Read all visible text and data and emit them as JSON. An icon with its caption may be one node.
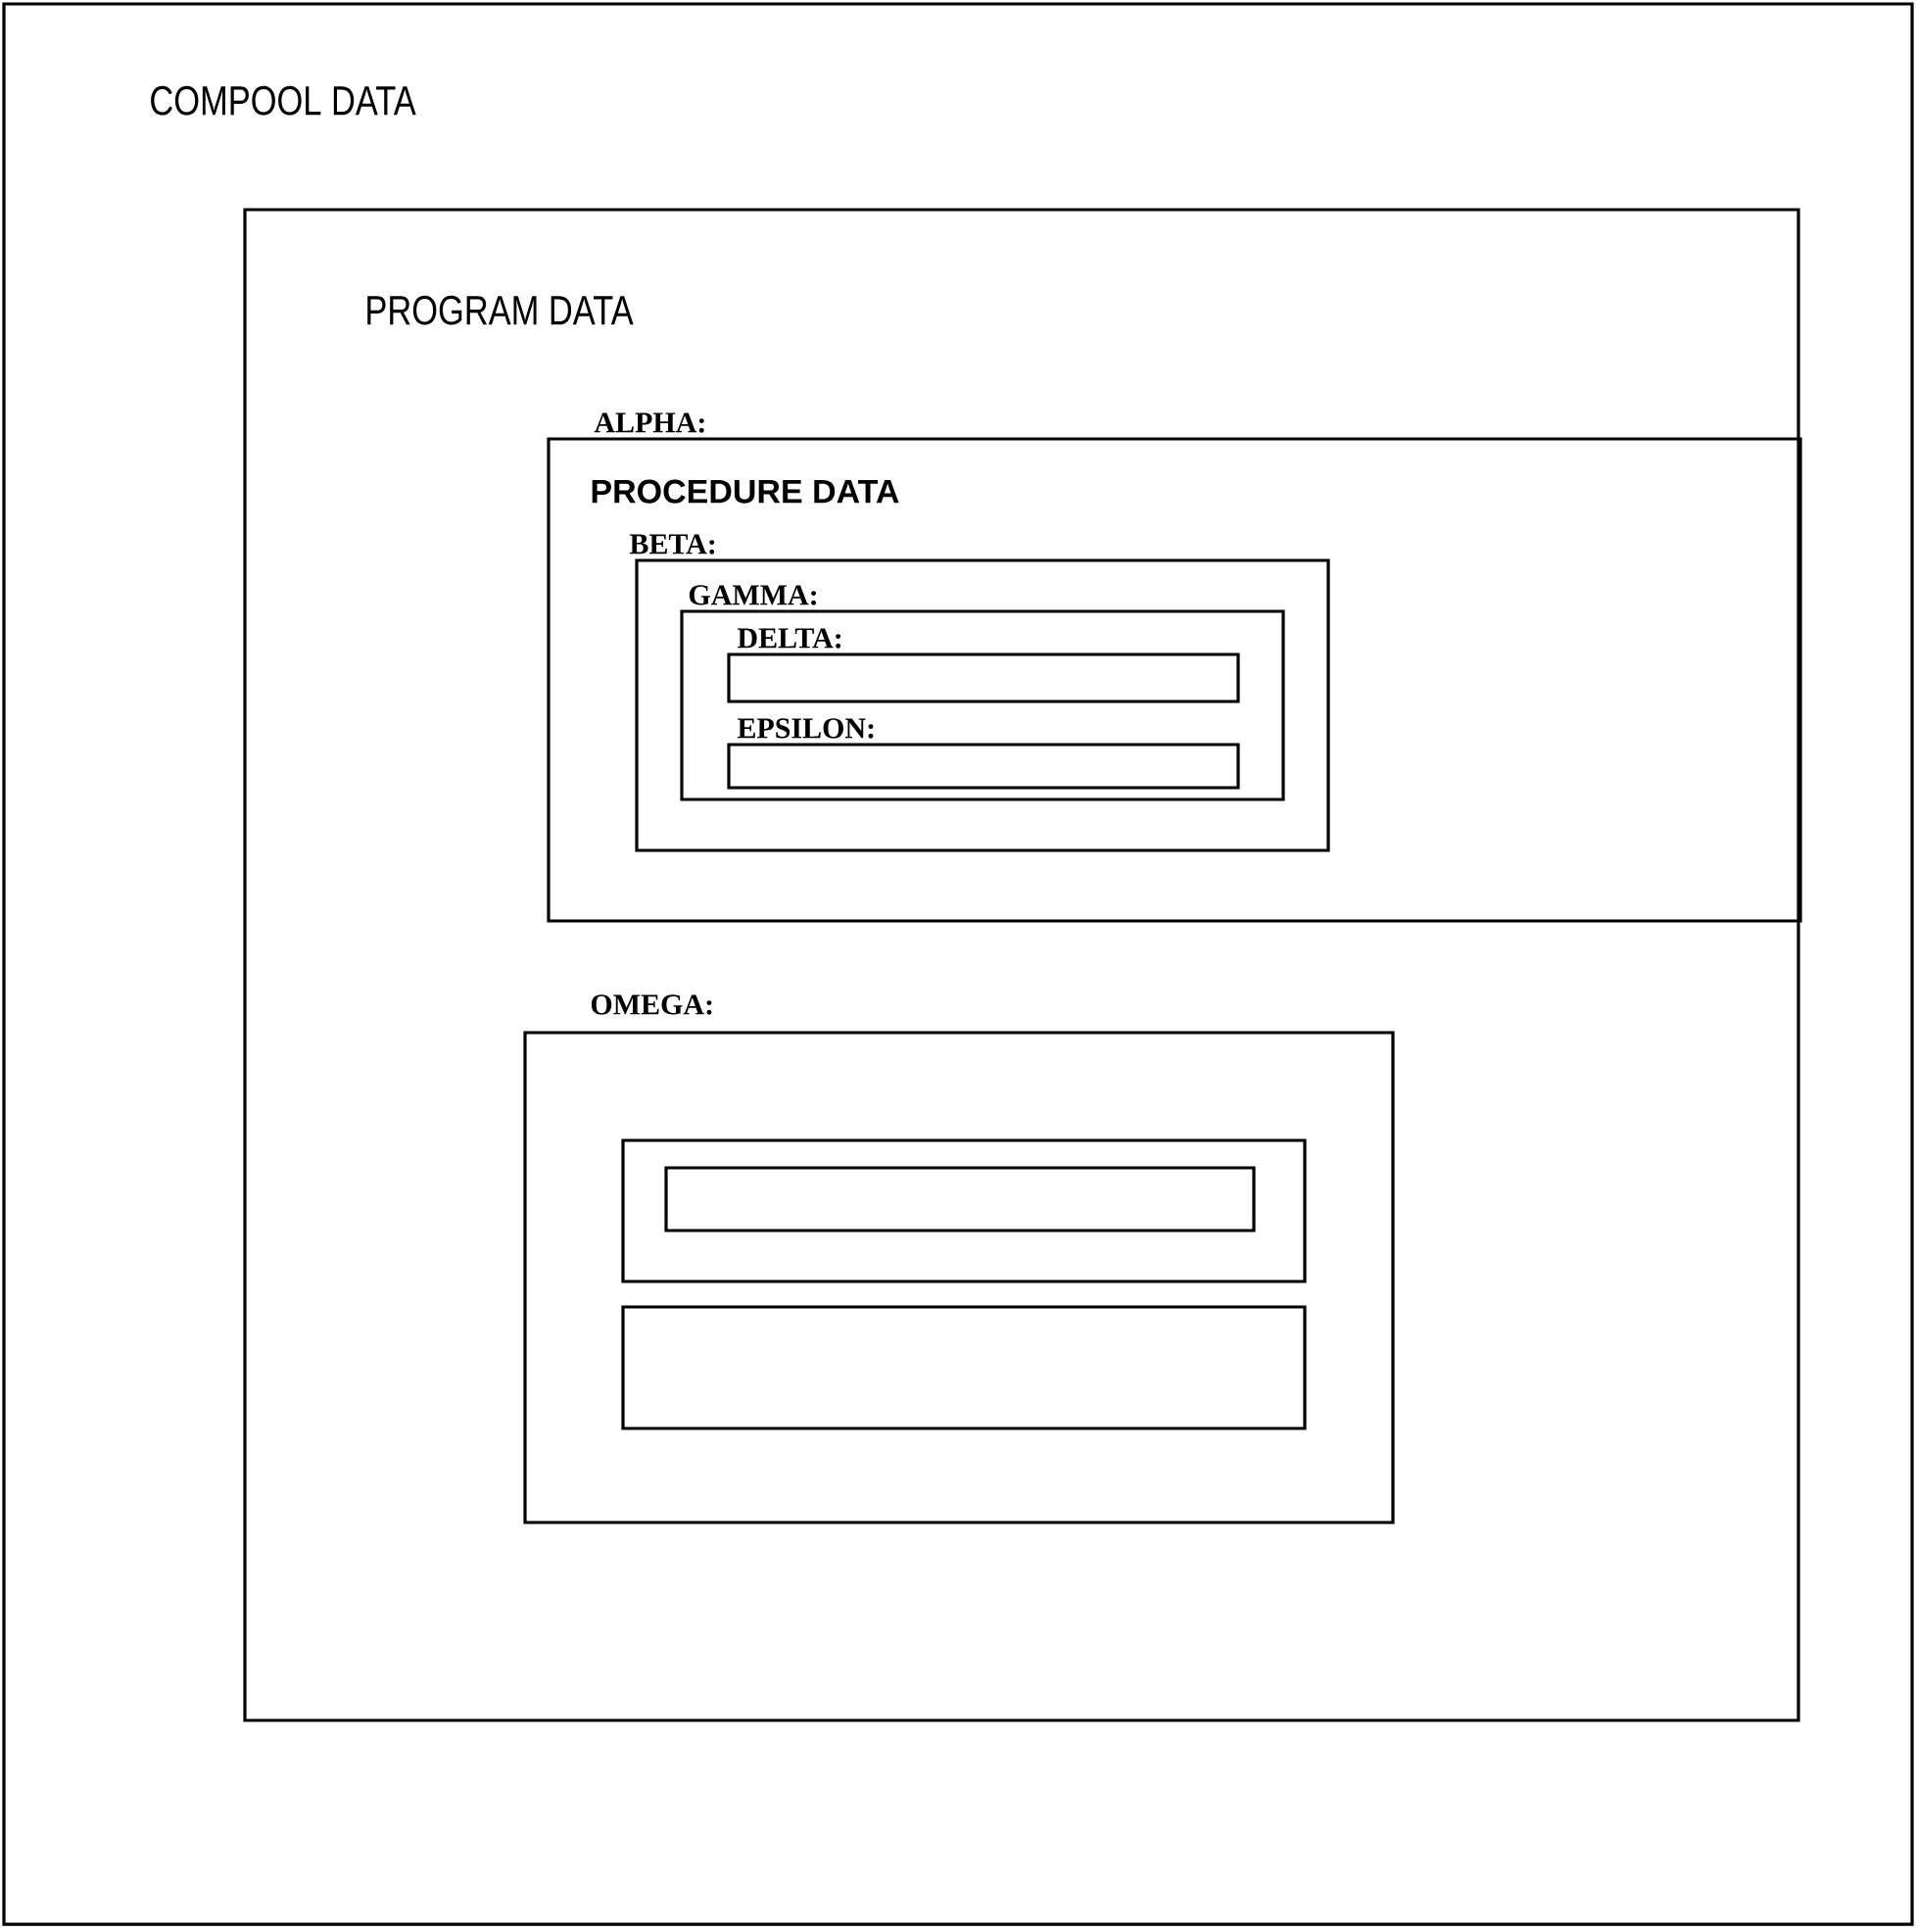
{
  "diagram": {
    "nodes": [
      {
        "text": [
          "COMPOOL DATA"
        ]
      },
      {
        "text": [
          "PROGRAM DATA"
        ],
        "in": 0
      },
      {
        "text": [
          "ALPHA:",
          "PROCEDURE DATA"
        ],
        "in": 1
      },
      {
        "text": [
          "BETA:"
        ],
        "in": 2
      },
      {
        "text": [
          "GAMMA:"
        ],
        "in": 3
      },
      {
        "text": [
          "DELTA:"
        ],
        "in": 4
      },
      {
        "text": [
          "EPSILON:"
        ],
        "in": 4
      },
      {
        "text": [
          "OMEGA:"
        ],
        "in": 1
      },
      {
        "text": [],
        "shape": "box",
        "in": 7
      },
      {
        "text": [],
        "shape": "box",
        "in": 8
      },
      {
        "text": [],
        "shape": "box",
        "in": 7
      }
    ]
  }
}
